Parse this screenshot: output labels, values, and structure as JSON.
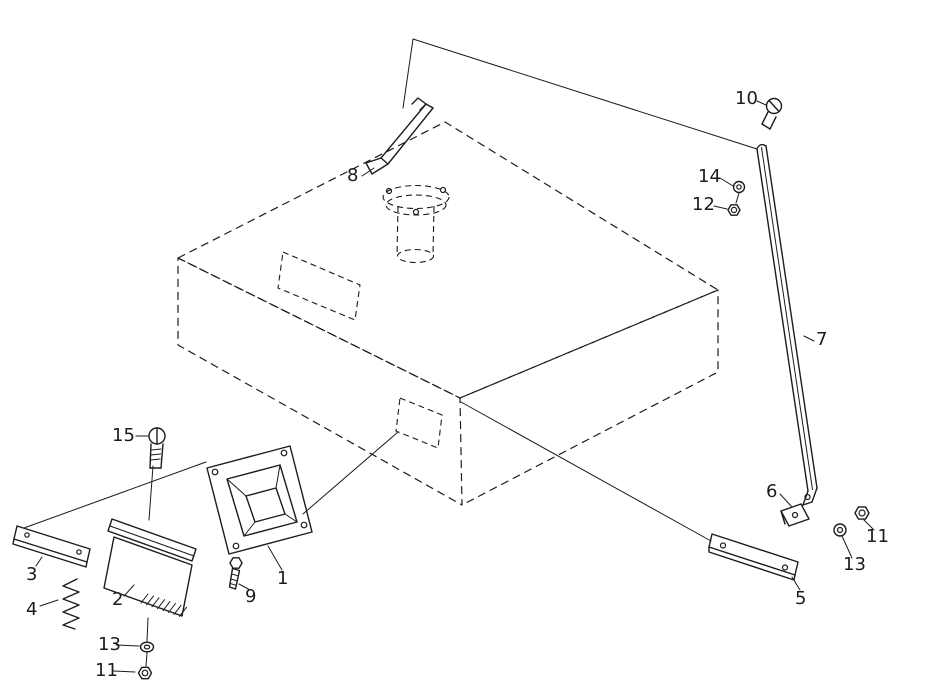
{
  "figure": {
    "type": "exploded-parts-diagram",
    "background": "#ffffff",
    "line_color": "#1c1c1c",
    "labels": [
      {
        "id": "part-10",
        "text": "10"
      },
      {
        "id": "part-8",
        "text": "8"
      },
      {
        "id": "part-14",
        "text": "14"
      },
      {
        "id": "part-12",
        "text": "12"
      },
      {
        "id": "part-7",
        "text": "7"
      },
      {
        "id": "part-15",
        "text": "15"
      },
      {
        "id": "part-6",
        "text": "6"
      },
      {
        "id": "part-11-right",
        "text": "11"
      },
      {
        "id": "part-13-right",
        "text": "13"
      },
      {
        "id": "part-5",
        "text": "5"
      },
      {
        "id": "part-1",
        "text": "1"
      },
      {
        "id": "part-9",
        "text": "9"
      },
      {
        "id": "part-3",
        "text": "3"
      },
      {
        "id": "part-2",
        "text": "2"
      },
      {
        "id": "part-4",
        "text": "4"
      },
      {
        "id": "part-13-left",
        "text": "13"
      },
      {
        "id": "part-11-left",
        "text": "11"
      }
    ]
  }
}
